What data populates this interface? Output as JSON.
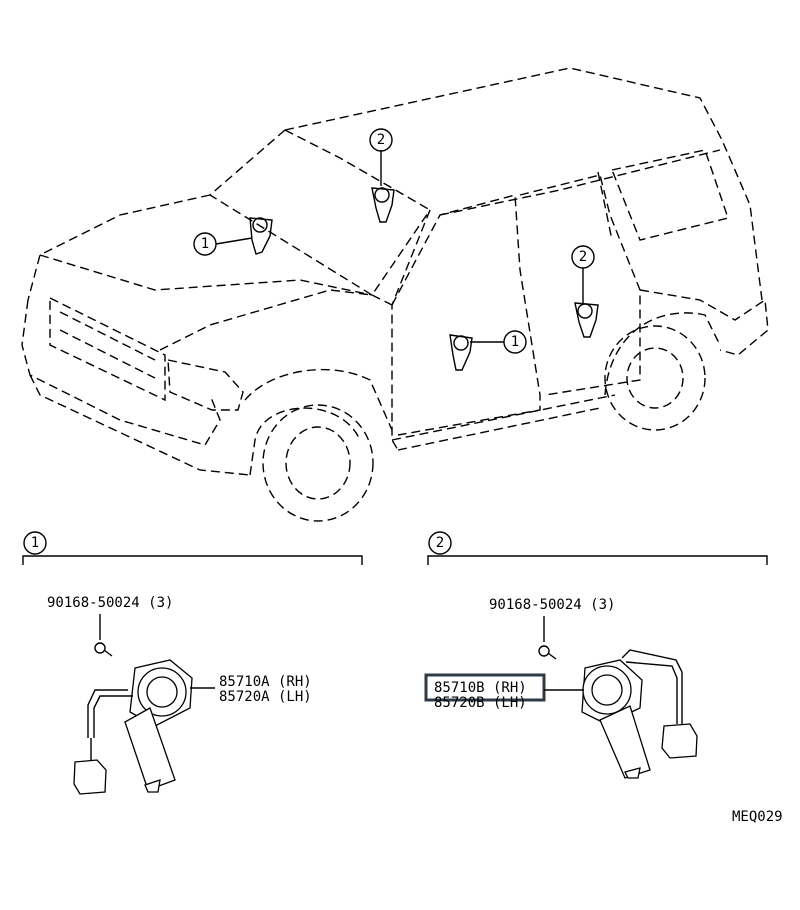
{
  "diagram_code": "MEQ029",
  "callouts": {
    "front_motor": "1",
    "front_upper_motor": "2",
    "rear_motor": "1",
    "rear_upper_motor": "2"
  },
  "sections": {
    "front": {
      "number": "1",
      "bolt_label": "90168-50024 (3)",
      "part_label_rh": "85710A (RH)",
      "part_label_lh": "85720A (LH)"
    },
    "rear": {
      "number": "2",
      "bolt_label": "90168-50024 (3)",
      "part_label_rh": "85710B (RH)",
      "part_label_lh": "85720B (LH)"
    }
  },
  "highlight_color": "#2f3b44"
}
